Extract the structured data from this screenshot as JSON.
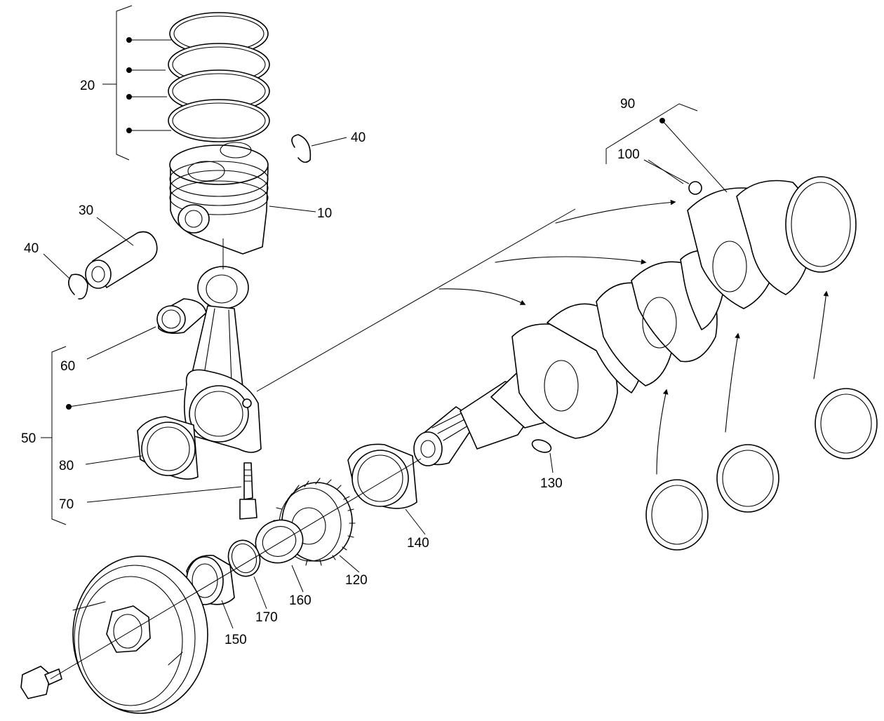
{
  "diagram": {
    "type": "exploded-parts-view",
    "callouts": {
      "piston": "10",
      "ring_set": "20",
      "piston_pin": "30",
      "snap_ring_right": "40",
      "snap_ring_left": "40",
      "connecting_rod_assembly": "50",
      "small_end_bushing": "60",
      "rod_bolt": "70",
      "rod_bearing": "80",
      "crankshaft_assembly": "90",
      "plug": "100",
      "timing_gear": "120",
      "key": "130",
      "main_bearing": "140",
      "spacer": "150",
      "thrust_washer": "160",
      "o_ring": "170"
    },
    "colors": {
      "line": "#000000",
      "background": "#ffffff"
    }
  }
}
